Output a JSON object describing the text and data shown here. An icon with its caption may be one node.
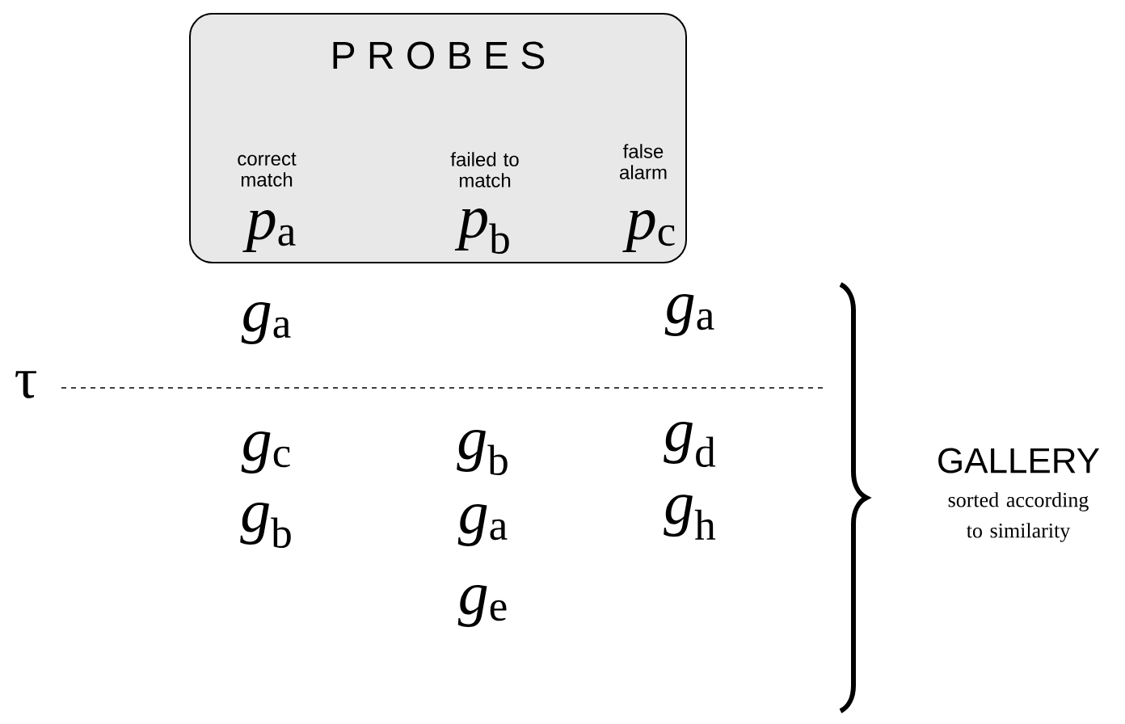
{
  "diagram": {
    "nodes": [
      {
        "text": [
          "P R O B E S"
        ]
      }
    ],
    "edges": [],
    "labels": [
      "correct match",
      "failed to match",
      "false alarm",
      "*p*$_{a}$",
      "*p*$_{b}$",
      "*p*$_{c}$",
      "*g*$_{a}$",
      "*g*$_{a}$",
      "τ",
      "*g*$_{c}$",
      "*g*$_{b}$",
      "*g*$_{d}$",
      "*g*$_{b}$",
      "*g*$_{a}$",
      "*g*$_{h}$",
      "*g*$_{e}$",
      "GALLERY",
      "sorted according to similarity"
    ]
  }
}
